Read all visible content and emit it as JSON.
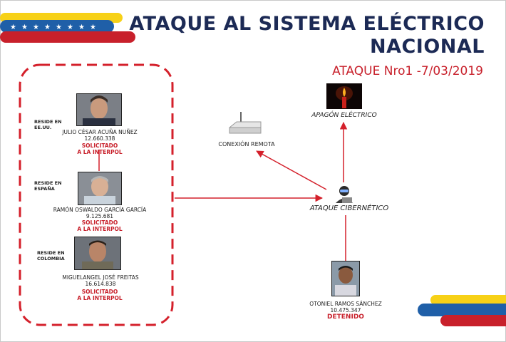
{
  "title_line1": "ATAQUE AL SISTEMA ELÉCTRICO",
  "title_line2": "NACIONAL",
  "subtitle": "ATAQUE Nro1 -7/03/2019",
  "colors": {
    "navy": "#1c2a55",
    "red": "#c8202b",
    "yellow": "#f7d117",
    "blue": "#1f5fa8"
  },
  "suspects": [
    {
      "residence": [
        "RESIDE EN",
        "EE.UU."
      ],
      "name": "JULIO CÉSAR ACUÑA NUÑEZ",
      "id": "12.660.338",
      "status": [
        "SOLICITADO",
        "A LA INTERPOL"
      ]
    },
    {
      "residence": [
        "RESIDE EN",
        "ESPAÑA"
      ],
      "name": "RAMÓN OSWALDO GARCÍA GARCÍA",
      "id": "9.125.681",
      "status": [
        "SOLICITADO",
        "A LA INTERPOL"
      ]
    },
    {
      "residence": [
        "RESIDE EN",
        "COLOMBIA"
      ],
      "name": "MIGUELANGEL JOSÉ FREITAS",
      "id": "16.614.838",
      "status": [
        "SOLICITADO",
        "A LA INTERPOL"
      ]
    }
  ],
  "detainee": {
    "name": "OTONIEL RAMOS SÁNCHEZ",
    "id": "10.475.347",
    "status": "DETENIDO"
  },
  "nodes": {
    "blackout": "APAGÓN ELÉCTRICO",
    "remote": "CONEXIÓN REMOTA",
    "cyber": "ATAQUE CIBERNÉTICO"
  },
  "icons": [
    "venezuela-flag-stripes",
    "candle-icon",
    "router-icon",
    "hacker-icon"
  ]
}
